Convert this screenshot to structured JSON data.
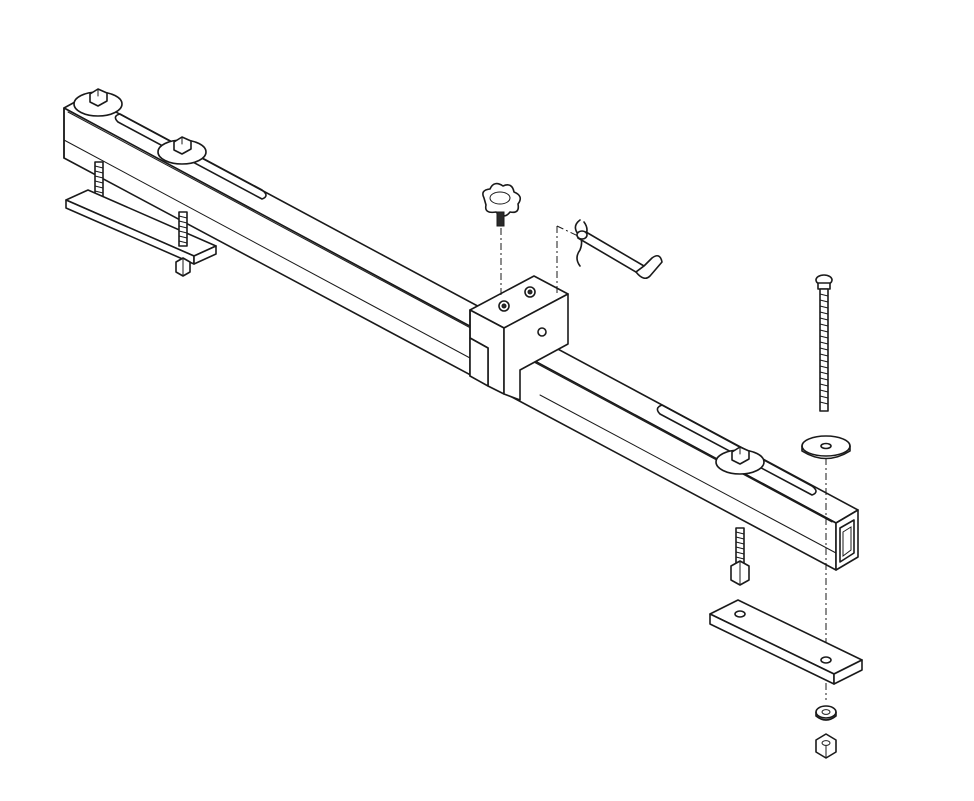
{
  "diagram": {
    "kind": "exploded-assembly",
    "line_color": "#1a1a1a",
    "background": "#ffffff",
    "parts": [
      "main-tube",
      "carriage-bolt",
      "clamp-plate",
      "center-bracket",
      "star-knob",
      "hitch-pin",
      "hair-pin-clip",
      "long-bolt",
      "flat-washer",
      "lock-washer",
      "hex-nut"
    ]
  }
}
